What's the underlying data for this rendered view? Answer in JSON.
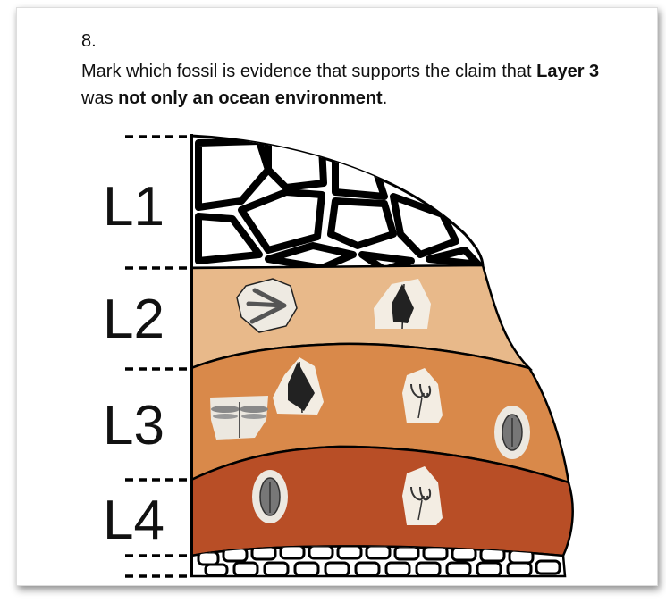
{
  "question": {
    "number": "8.",
    "text_1": "Mark which fossil is evidence that supports the claim that ",
    "bold_1": "Layer 3",
    "text_2": " was ",
    "bold_2": "not only an ocean environment",
    "text_3": "."
  },
  "diagram": {
    "layers": [
      {
        "label": "L1",
        "color": "#ffffff"
      },
      {
        "label": "L2",
        "color": "#e8b98a"
      },
      {
        "label": "L3",
        "color": "#d9894a"
      },
      {
        "label": "L4",
        "color": "#b84e26"
      }
    ]
  }
}
